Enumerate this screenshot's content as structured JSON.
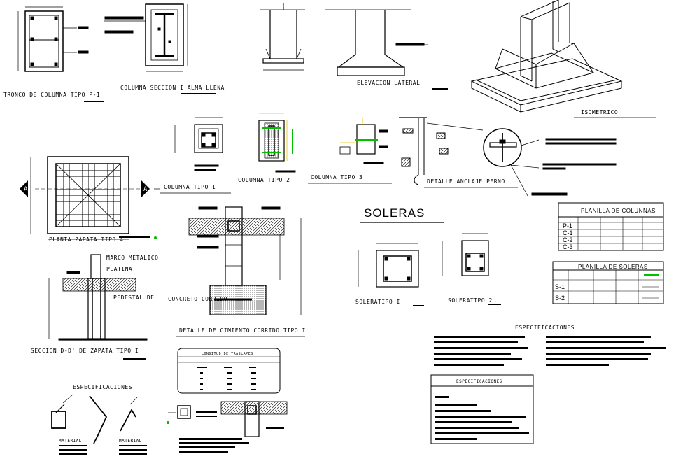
{
  "labels": {
    "tronco": "TRONCO DE COLUMNA TIPO P-1",
    "columna_seccion": "COLUMNA SECCION I ALMA LLENA",
    "elevacion": "ELEVACION LATERAL",
    "isometrico": "ISOMETRICO",
    "columna_tipo1": "COLUMNA TIPO I",
    "columna_tipo2": "COLUMNA TIPO 2",
    "columna_tipo3": "COLUMNA TIPO 3",
    "detalle_anclaje": "DETALLE ANCLAJE PERNO",
    "planta_zapata": "PLANTA ZAPATA TIPO 4",
    "soleras": "SOLERAS",
    "solera_tipo1": "SOLERATIPO I",
    "solera_tipo2": "SOLERATIPO 2",
    "marco_metalico": "MARCO METALICO",
    "platina": "PLATINA",
    "pedestal": "PEDESTAL DE",
    "seccion_dd": "SECCION D-D' DE ZAPATA TIPO I",
    "detalle_cimiento": "DETALLE DE CIMIENTO CORRIDO TIPO I",
    "concreto_corrido": "CONCRETO CORRIDO",
    "longitud_traslapes": "LONGITUD DE TRASLAPES",
    "especificaciones_left": "ESPECIFICACIONES",
    "especificaciones_right": "ESPECIFICACIONES",
    "especificaciones_box": "ESPECIFICACIONES",
    "material": "MATERIAL",
    "section_marker": "A"
  },
  "planilla_columnas": {
    "title": "PLANILLA DE COLUNNAS",
    "rows": [
      "P-1",
      "C-1",
      "C-2",
      "C-3"
    ]
  },
  "planilla_soleras": {
    "title": "PLANILLA DE SOLERAS",
    "rows": [
      "S-1",
      "S-2"
    ]
  },
  "colors": {
    "ink": "#000000",
    "accent_green": "#00c000",
    "accent_yellow": "#e6c200"
  }
}
